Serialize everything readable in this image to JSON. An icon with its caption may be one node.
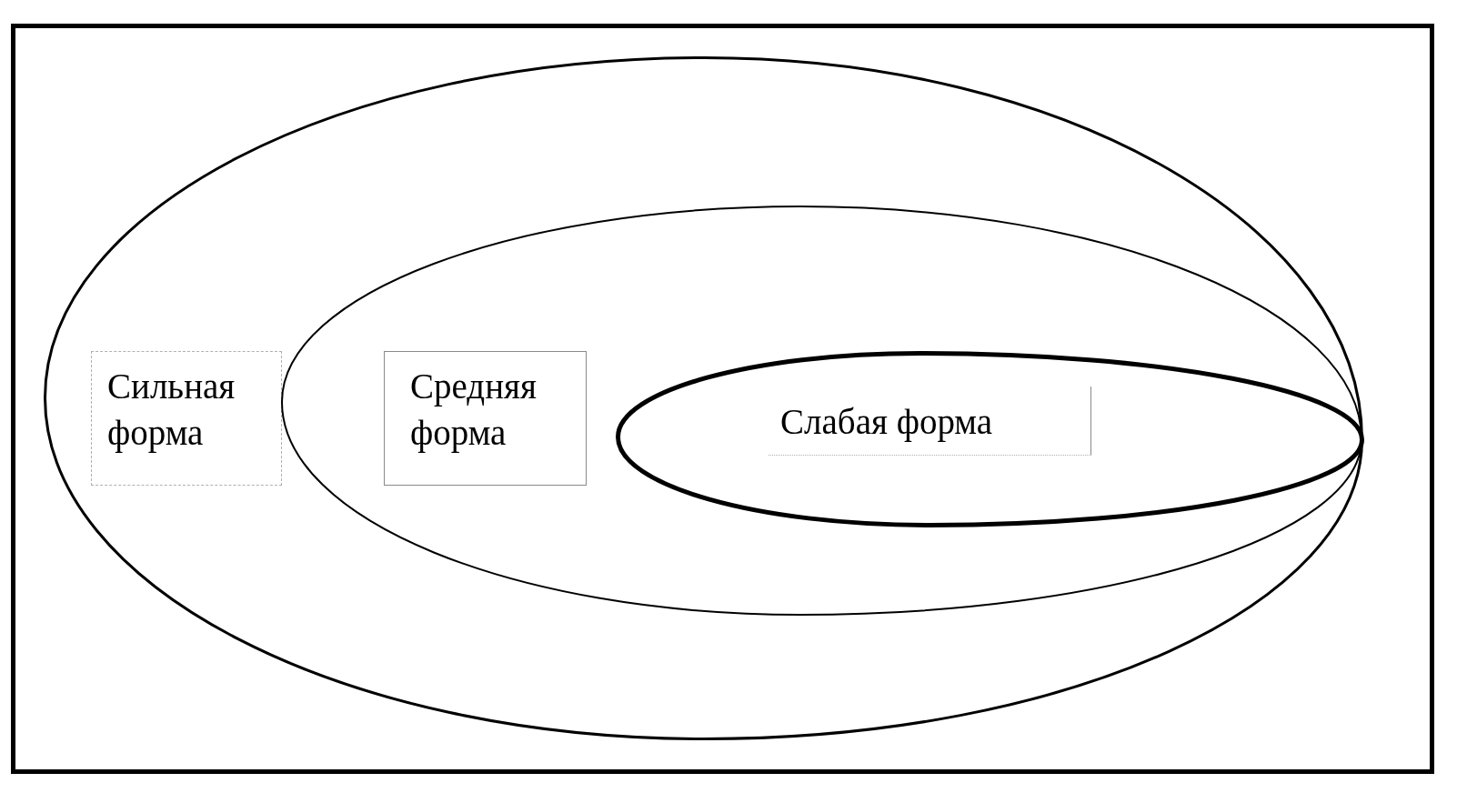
{
  "diagram": {
    "nodes": [
      {
        "text": [
          "Сильная форма"
        ]
      },
      {
        "text": [
          "Средняя форма"
        ],
        "in": 0
      },
      {
        "text": [
          "Слабая форма"
        ],
        "in": 1
      }
    ]
  }
}
